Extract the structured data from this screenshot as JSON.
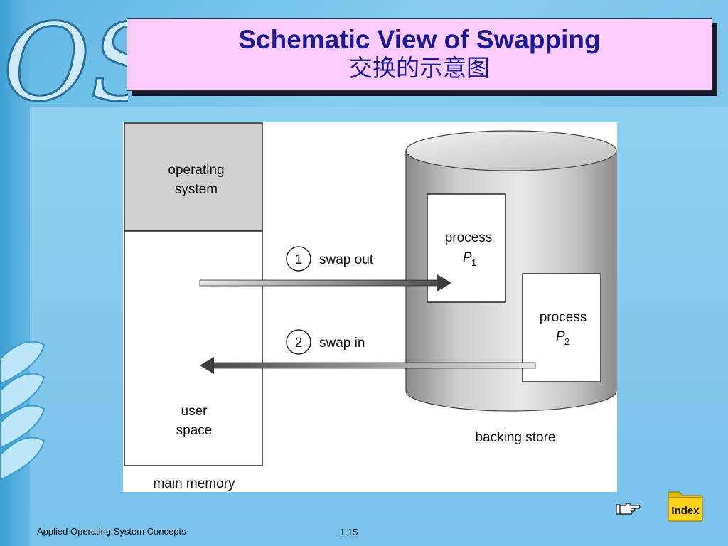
{
  "slide": {
    "title_en": "Schematic View of Swapping",
    "title_cn": "交换的示意图",
    "logo_text": "OS",
    "footer": "Applied Operating System Concepts",
    "page_number": "1.15"
  },
  "diagram": {
    "os_label_1": "operating",
    "os_label_2": "system",
    "user_label_1": "user",
    "user_label_2": "space",
    "main_memory": "main memory",
    "backing_store": "backing store",
    "step1_num": "1",
    "step1_label": "swap out",
    "step2_num": "2",
    "step2_label": "swap in",
    "p1_label": "process",
    "p1_var": "P",
    "p1_sub": "1",
    "p2_label": "process",
    "p2_var": "P",
    "p2_sub": "2"
  },
  "nav": {
    "index_label": "Index"
  },
  "colors": {
    "title_bg": "#ffccff",
    "title_text": "#1a1a99",
    "os_region": "#d0d0d0",
    "background": "#7ec6ec"
  }
}
